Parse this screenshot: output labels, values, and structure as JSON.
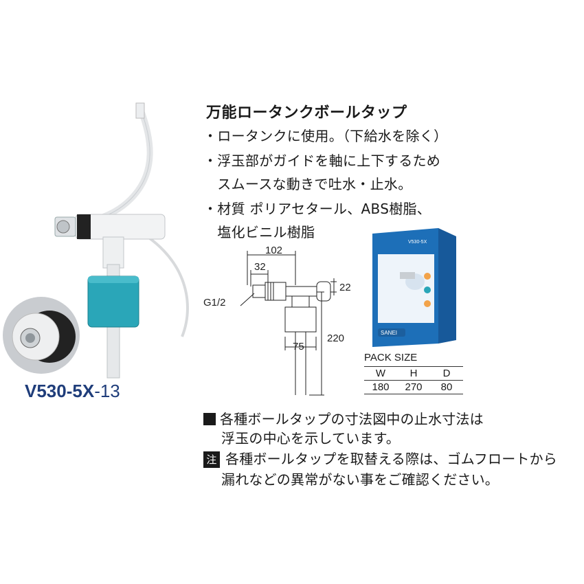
{
  "product": {
    "title": "万能ロータンクボールタップ",
    "bullets": [
      "・ロータンクに使用。（下給水を除く）",
      "・浮玉部がガイドを軸に上下するため",
      "　スムースな動きで吐水・止水。",
      "・材質 ポリアセタール、ABS樹脂、",
      "　塩化ビニル樹脂"
    ],
    "model_main": "V530-5X",
    "model_suffix": "-13"
  },
  "dimensions": {
    "d102": "102",
    "d32": "32",
    "d22": "22",
    "thread": "G1/2",
    "d75": "75",
    "d220": "220"
  },
  "pack_size": {
    "label": "PACK SIZE",
    "headers": [
      "W",
      "H",
      "D"
    ],
    "values": [
      "180",
      "270",
      "80"
    ]
  },
  "box": {
    "brand": "SANEI",
    "model": "V530-5X"
  },
  "notes": {
    "note1_line1": "各種ボールタップの寸法図中の止水寸法は",
    "note1_line2": "浮玉の中心を示しています。",
    "note2_mark": "注",
    "note2_line1": "各種ボールタップを取替える際は、ゴムフロートから",
    "note2_line2": "漏れなどの異常がない事をご確認ください。"
  },
  "colors": {
    "teal": "#2aa6b8",
    "navy": "#1f3d7a",
    "box_blue": "#1d6fb8"
  }
}
